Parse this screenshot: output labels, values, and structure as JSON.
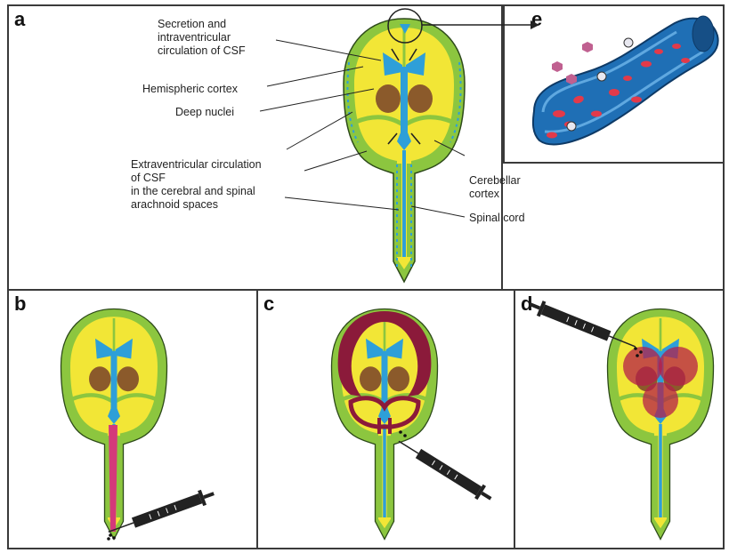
{
  "panels": {
    "a": {
      "letter": "a"
    },
    "b": {
      "letter": "b"
    },
    "c": {
      "letter": "c"
    },
    "d": {
      "letter": "d"
    },
    "e": {
      "letter": "e"
    }
  },
  "labels": {
    "secretion": [
      "Secretion and",
      "intraventricular",
      "circulation of CSF"
    ],
    "hemispheric": "Hemispheric cortex",
    "deep_nuclei": "Deep nuclei",
    "extraventricular": [
      "Extraventricular circulation",
      "of CSF",
      "in the cerebral and spinal",
      "arachnoid spaces"
    ],
    "cerebellar": [
      "Cerebellar",
      "cortex"
    ],
    "spinal": "Spinal cord"
  },
  "colors": {
    "outer_green": "#8cc63f",
    "inner_yellow": "#f2e636",
    "ventricle_blue": "#2e9fd8",
    "nuclei_brown": "#8b5a2b",
    "injection_pink": "#d4397a",
    "injection_dark_red": "#8b1a3a",
    "vessel_blue": "#1f6fb5",
    "rbc_red": "#e23a4a"
  }
}
